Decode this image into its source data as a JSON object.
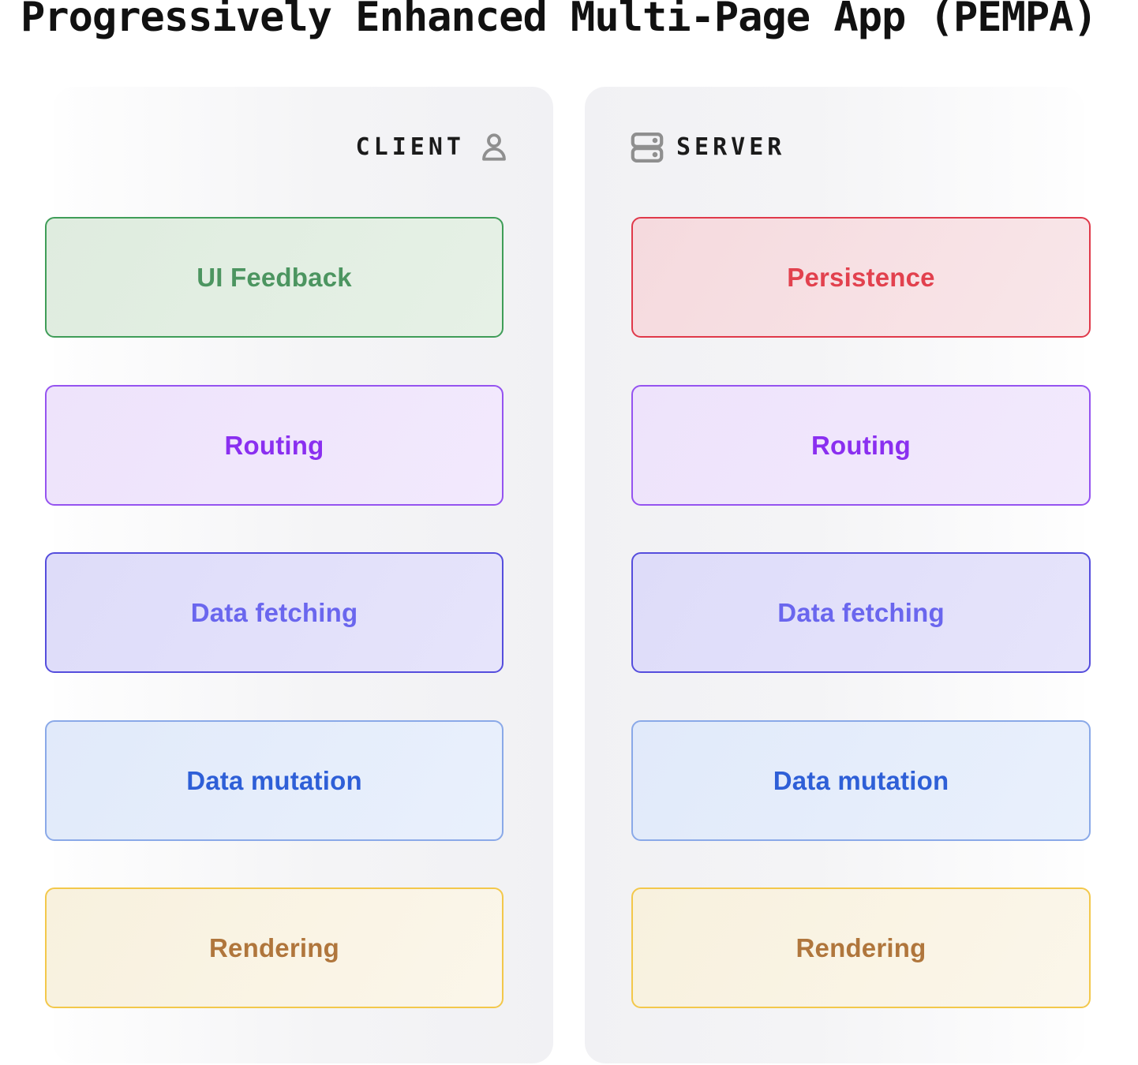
{
  "title": "Progressively Enhanced Multi-Page App (PEMPA)",
  "columns": [
    {
      "id": "client",
      "label": "CLIENT",
      "icon": "user-icon",
      "boxes": [
        {
          "label": "UI Feedback",
          "border": "#3f9d58",
          "text": "#4c9560",
          "fill1": "#dfecdf",
          "fill2": "#e6f1e6"
        },
        {
          "label": "Routing",
          "border": "#9553f0",
          "text": "#8a2ff0",
          "fill1": "#eee3fb",
          "fill2": "#f2e9fd"
        },
        {
          "label": "Data fetching",
          "border": "#554ddd",
          "text": "#6a66ee",
          "fill1": "#dedcf9",
          "fill2": "#e6e4fb"
        },
        {
          "label": "Data mutation",
          "border": "#8aa9e8",
          "text": "#2e5fd7",
          "fill1": "#e1eafa",
          "fill2": "#e9f0fc"
        },
        {
          "label": "Rendering",
          "border": "#f3c84b",
          "text": "#b0763c",
          "fill1": "#f8f1de",
          "fill2": "#fbf6ea"
        }
      ]
    },
    {
      "id": "server",
      "label": "SERVER",
      "icon": "server-icon",
      "boxes": [
        {
          "label": "Persistence",
          "border": "#e0394a",
          "text": "#e2414e",
          "fill1": "#f5dade",
          "fill2": "#f9e6e9"
        },
        {
          "label": "Routing",
          "border": "#9553f0",
          "text": "#8a2ff0",
          "fill1": "#eee3fb",
          "fill2": "#f2e9fd"
        },
        {
          "label": "Data fetching",
          "border": "#554ddd",
          "text": "#6a66ee",
          "fill1": "#dedcf9",
          "fill2": "#e6e4fb"
        },
        {
          "label": "Data mutation",
          "border": "#8aa9e8",
          "text": "#2e5fd7",
          "fill1": "#e1eafa",
          "fill2": "#e9f0fc"
        },
        {
          "label": "Rendering",
          "border": "#f3c84b",
          "text": "#b0763c",
          "fill1": "#f8f1de",
          "fill2": "#fbf6ea"
        }
      ]
    }
  ],
  "icon_color": "#8f8f8f"
}
